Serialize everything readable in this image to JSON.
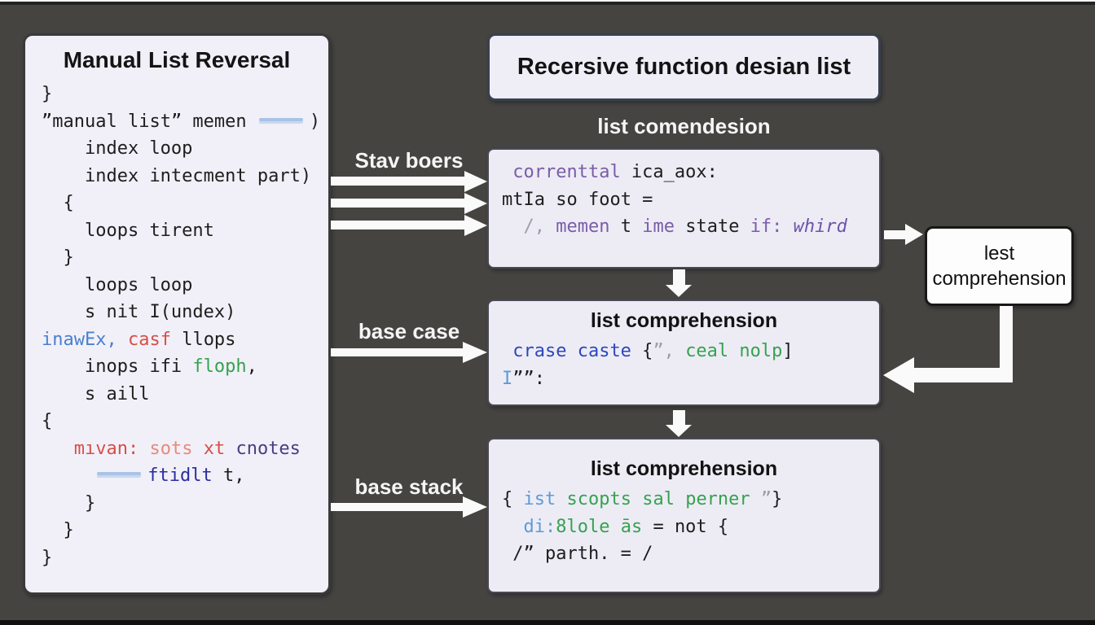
{
  "left_panel": {
    "title": "Manual List Reversal",
    "code": [
      {
        "indent": 0,
        "segs": [
          [
            "ink",
            "}"
          ]
        ]
      },
      {
        "indent": 0,
        "segs": [
          [
            "ink",
            "”manual list” memen "
          ],
          [
            "scribble",
            ""
          ],
          [
            "ink",
            ")"
          ]
        ]
      },
      {
        "indent": 4,
        "segs": [
          [
            "ink",
            "index loop"
          ]
        ]
      },
      {
        "indent": 4,
        "segs": [
          [
            "ink",
            "index intecment part)"
          ]
        ]
      },
      {
        "indent": 2,
        "segs": [
          [
            "ink",
            "{"
          ]
        ]
      },
      {
        "indent": 4,
        "segs": [
          [
            "ink",
            "loops tirent"
          ]
        ]
      },
      {
        "indent": 2,
        "segs": [
          [
            "ink",
            "}"
          ]
        ]
      },
      {
        "indent": 4,
        "segs": [
          [
            "ink",
            "loops loop"
          ]
        ]
      },
      {
        "indent": 4,
        "segs": [
          [
            "ink",
            "s nit I(undex)"
          ]
        ]
      },
      {
        "indent": 0,
        "segs": [
          [
            "blue",
            "inawEx,"
          ],
          [
            "ink",
            " "
          ],
          [
            "red",
            "casf"
          ],
          [
            "ink",
            " llops"
          ]
        ]
      },
      {
        "indent": 4,
        "segs": [
          [
            "ink",
            "inops ifi "
          ],
          [
            "green",
            "floph"
          ],
          [
            "ink",
            ","
          ]
        ]
      },
      {
        "indent": 4,
        "segs": [
          [
            "ink",
            "s aill"
          ]
        ]
      },
      {
        "indent": 0,
        "segs": [
          [
            "ink",
            "{"
          ]
        ]
      },
      {
        "indent": 3,
        "segs": [
          [
            "red",
            "mıvan:"
          ],
          [
            "ink",
            " "
          ],
          [
            "salmon",
            "sots"
          ],
          [
            "ink",
            " "
          ],
          [
            "red",
            "xt"
          ],
          [
            "ink",
            " "
          ],
          [
            "darkpurple",
            "cnotes"
          ]
        ]
      },
      {
        "indent": 5,
        "segs": [
          [
            "scribble",
            ""
          ],
          [
            "navy",
            "ftidlt"
          ],
          [
            "ink",
            " t,"
          ]
        ]
      },
      {
        "indent": 4,
        "segs": [
          [
            "ink",
            "}"
          ]
        ]
      },
      {
        "indent": 2,
        "segs": [
          [
            "ink",
            "}"
          ]
        ]
      },
      {
        "indent": 0,
        "segs": [
          [
            "ink",
            "}"
          ]
        ]
      }
    ]
  },
  "header_box": {
    "title": "Recersive function desian list"
  },
  "section_label": "list comendesion",
  "box1": {
    "code": [
      {
        "indent": 1,
        "segs": [
          [
            "purple",
            "correnttal"
          ],
          [
            "ink",
            " ica_aox:"
          ]
        ]
      },
      {
        "indent": 0,
        "segs": [
          [
            "ink",
            "mtIa so foot ="
          ]
        ]
      },
      {
        "indent": 2,
        "segs": [
          [
            "gray",
            "/, "
          ],
          [
            "purple",
            "memen"
          ],
          [
            "ink",
            " t "
          ],
          [
            "purple",
            "ime"
          ],
          [
            "ink",
            " state "
          ],
          [
            "purple",
            "if: "
          ],
          [
            "purpleitalic",
            "whird"
          ]
        ]
      }
    ]
  },
  "box2": {
    "title": "list comprehension",
    "code": [
      {
        "indent": 1,
        "segs": [
          [
            "royal",
            "crase caste"
          ],
          [
            "ink",
            " {"
          ],
          [
            "gray",
            "”, "
          ],
          [
            "green",
            "ceal nolp"
          ],
          [
            "ink",
            "]"
          ]
        ]
      },
      {
        "indent": 0,
        "segs": [
          [
            "lightblue",
            "I"
          ],
          [
            "ink",
            "””:"
          ]
        ]
      }
    ]
  },
  "box3": {
    "title": "list comprehension",
    "code": [
      {
        "indent": 0,
        "segs": [
          [
            "ink",
            "{ "
          ],
          [
            "lightblue",
            "ist"
          ],
          [
            "ink",
            " "
          ],
          [
            "green",
            "scopts sal perner"
          ],
          [
            "ink",
            " "
          ],
          [
            "gray",
            "”"
          ],
          [
            "ink",
            "}"
          ]
        ]
      },
      {
        "indent": 2,
        "segs": [
          [
            "lightblue",
            "di:"
          ],
          [
            "green",
            "8lole ās"
          ],
          [
            "ink",
            " = not {"
          ]
        ]
      },
      {
        "indent": 1,
        "segs": [
          [
            "ink",
            "/” parth. = /"
          ]
        ]
      }
    ]
  },
  "side_box": {
    "line1": "lest",
    "line2": "comprehension"
  },
  "arrow_labels": {
    "top": "Stav boers",
    "middle": "base case",
    "bottom": "base stack"
  },
  "colors": {
    "background": "#454441",
    "panel": "#f1f0f8",
    "arrow": "#fafafa",
    "ink": "#1e1e1e"
  }
}
